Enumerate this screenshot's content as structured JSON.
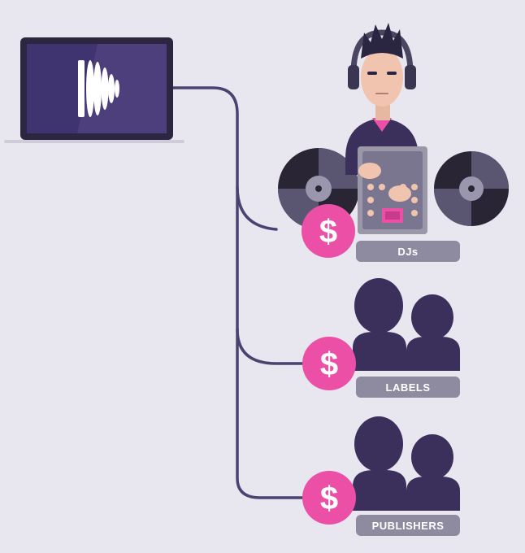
{
  "colors": {
    "background": "#e8e6ee",
    "line": "#4a4370",
    "dark_purple": "#3b2f5c",
    "pink": "#ec4fa6",
    "pill": "#8e8ba0",
    "laptop_frame": "#2d2640",
    "laptop_screen": "#4d3f7c"
  },
  "icons": {
    "laptop": "laptop-with-waveform-logo-icon",
    "dj": "dj-with-turntables-icon",
    "people": "two-people-silhouette-icon",
    "money": "dollar-sign-icon"
  },
  "source": {
    "label": ""
  },
  "recipients": [
    {
      "label": "DJs",
      "currency_symbol": "$"
    },
    {
      "label": "LABELS",
      "currency_symbol": "$"
    },
    {
      "label": "PUBLISHERS",
      "currency_symbol": "$"
    }
  ]
}
